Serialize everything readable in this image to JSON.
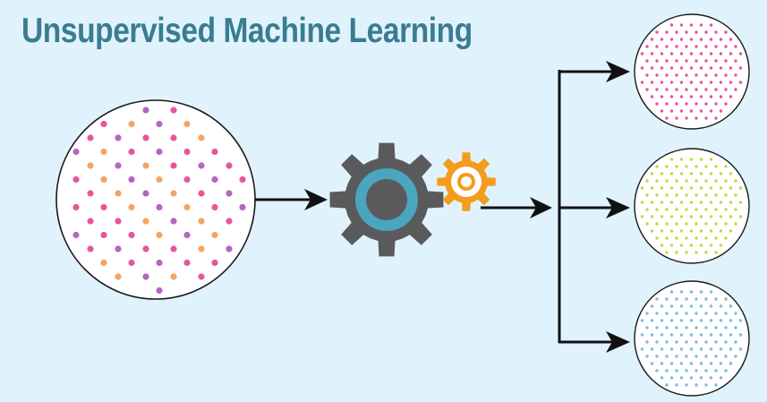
{
  "title": "Unsupervised Machine Learning",
  "colors": {
    "background": "#e0f3fc",
    "title": "#3a7c91",
    "arrow": "#111111",
    "circle_fill": "#ffffff",
    "circle_stroke": "#1a1a1a",
    "big_gear": "#5a5a5c",
    "big_gear_ring": "#4aa5bf",
    "small_gear": "#f39c1e"
  },
  "input_cluster": {
    "icon": "mixed-dots-circle",
    "dot_colors": [
      "#b565c2",
      "#8fd3cf",
      "#f5a462",
      "#e9559c",
      "#b7dd4a"
    ]
  },
  "process": {
    "icons": [
      "gear-icon",
      "small-gear-icon"
    ]
  },
  "output_clusters": [
    {
      "icon": "pink-dots-circle",
      "dot_color": "#e9559c"
    },
    {
      "icon": "yellow-green-dots-circle",
      "dot_color": "#c3db3f"
    },
    {
      "icon": "blue-dots-circle",
      "dot_color": "#7fbde0"
    }
  ]
}
